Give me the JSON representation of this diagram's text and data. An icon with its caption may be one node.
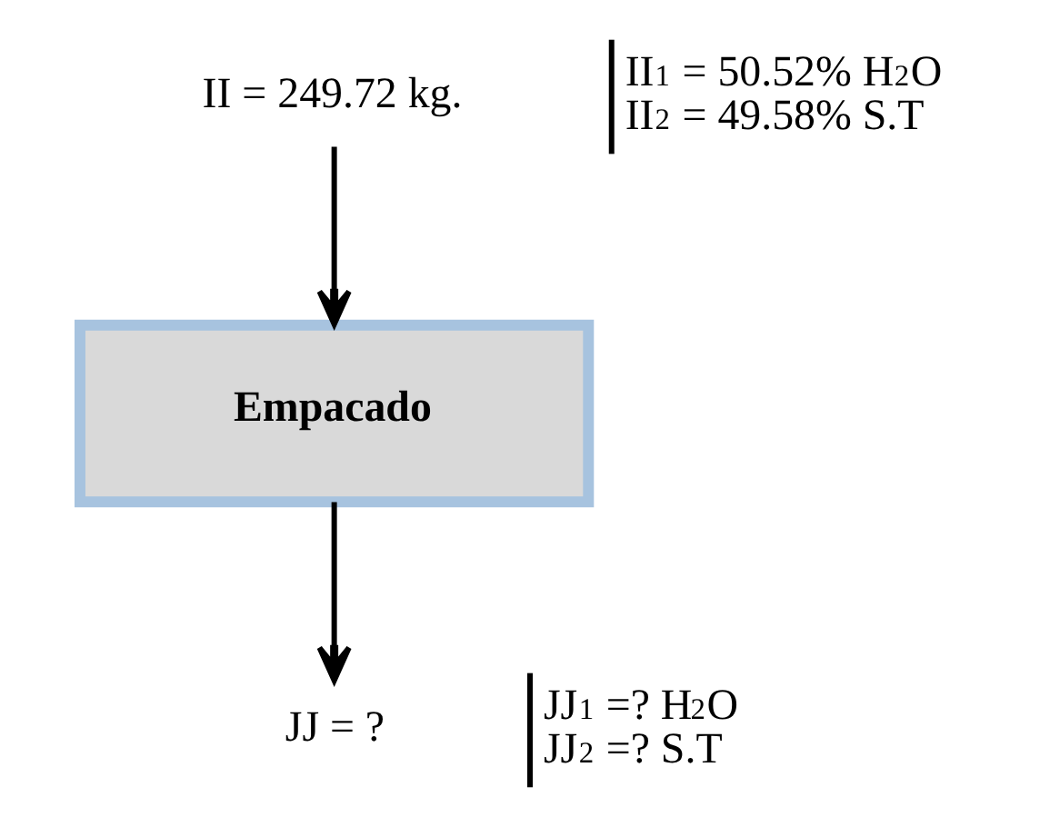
{
  "diagram": {
    "nodes": [
      {
        "text": [
          "II = 249.72 kg."
        ],
        "beside": [
          "II$_{1}$ = 50.52% H$_{2}$O",
          "II$_{2}$ = 49.58% S.T"
        ]
      },
      {
        "text": [
          "Empacado"
        ]
      },
      {
        "text": [
          "JJ = ?"
        ],
        "beside": [
          "JJ$_{1}$ =? H$_{2}$O",
          "JJ$_{2}$ =? S.T"
        ]
      }
    ],
    "edges": [
      {
        "from": 0,
        "to": 1,
        "arrow": "to"
      },
      {
        "from": 1,
        "to": 2,
        "arrow": "to"
      }
    ]
  }
}
